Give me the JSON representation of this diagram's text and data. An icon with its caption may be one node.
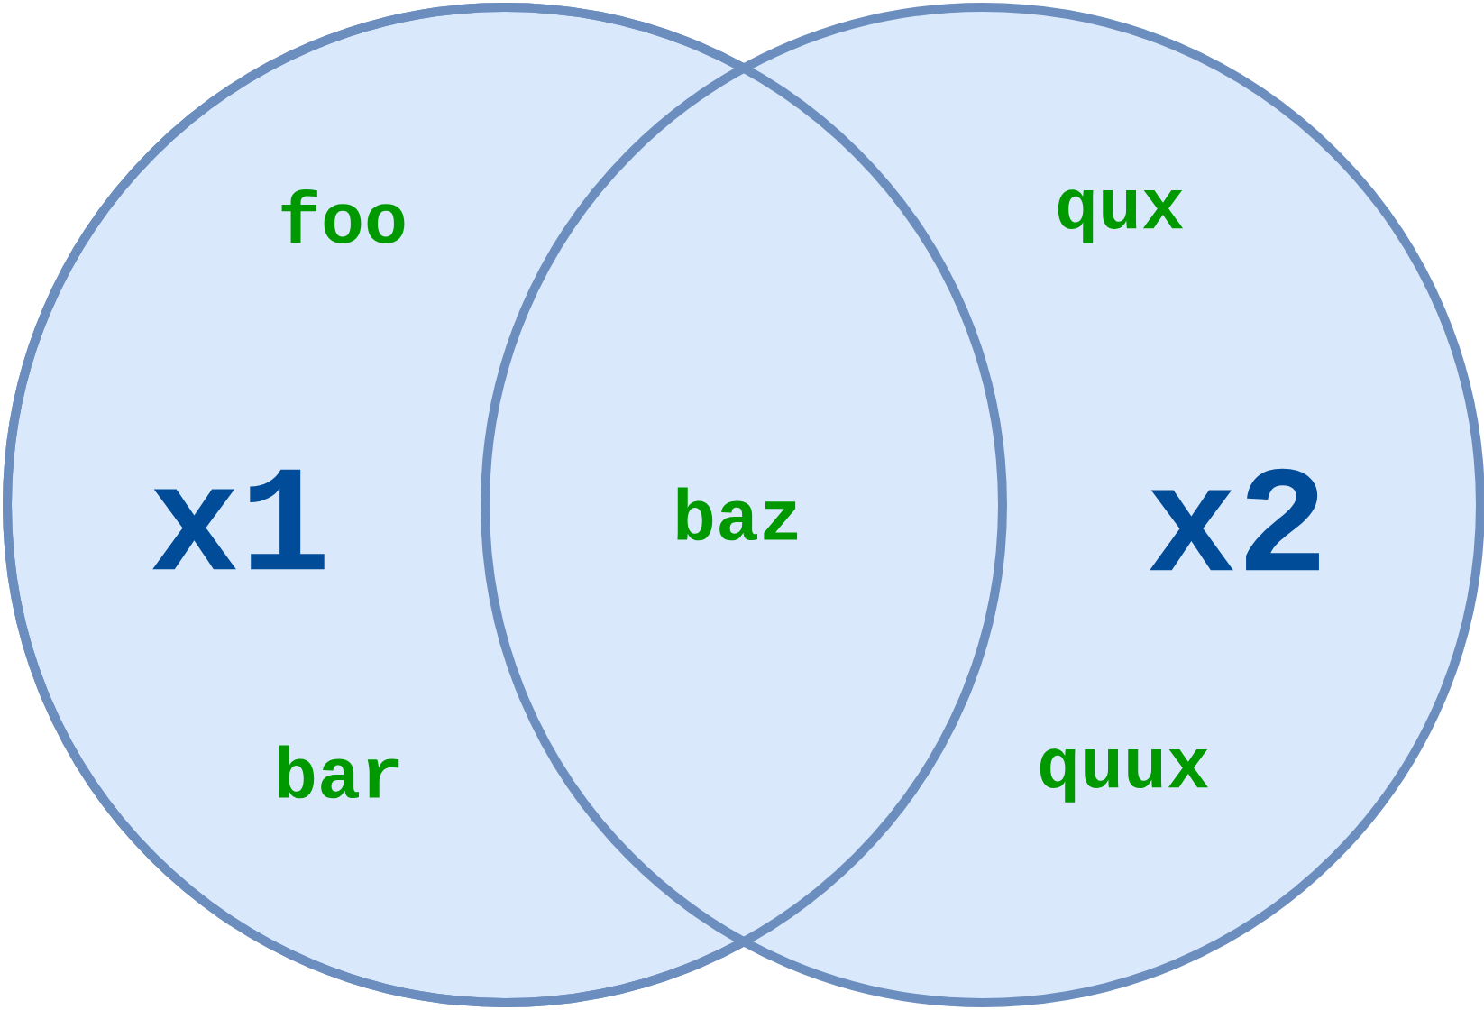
{
  "diagram": {
    "nodes": [
      {
        "text": [
          "x1"
        ]
      },
      {
        "text": [
          "x2"
        ]
      }
    ],
    "labels": [
      "foo",
      "qux",
      "baz",
      "bar",
      "quux"
    ]
  }
}
